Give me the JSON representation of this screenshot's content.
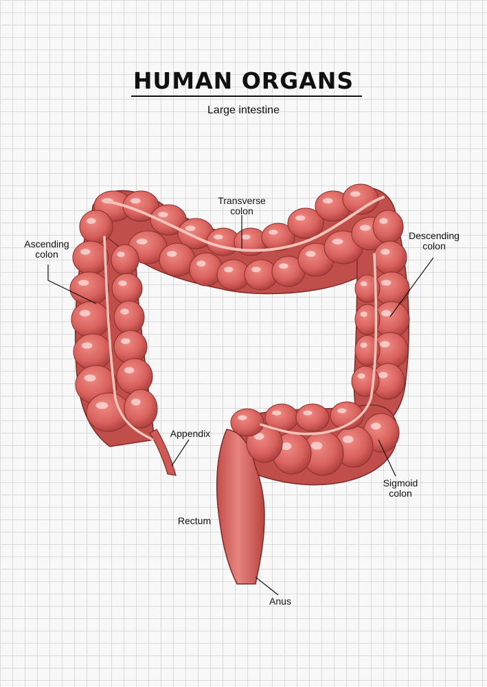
{
  "title": "HUMAN ORGANS",
  "subtitle": "Large intestine",
  "colors": {
    "tissue": "#d9625e",
    "tissue_dark": "#b2433f",
    "band": "#f4c4bb",
    "grid": "#d9d9d9"
  },
  "labels": {
    "transverse": [
      "Transverse",
      "colon"
    ],
    "ascending": [
      "Ascending",
      "colon"
    ],
    "descending": [
      "Descending",
      "colon"
    ],
    "appendix": "Appendix",
    "sigmoid": [
      "Sigmoid",
      "colon"
    ],
    "rectum": "Rectum",
    "anus": "Anus"
  }
}
